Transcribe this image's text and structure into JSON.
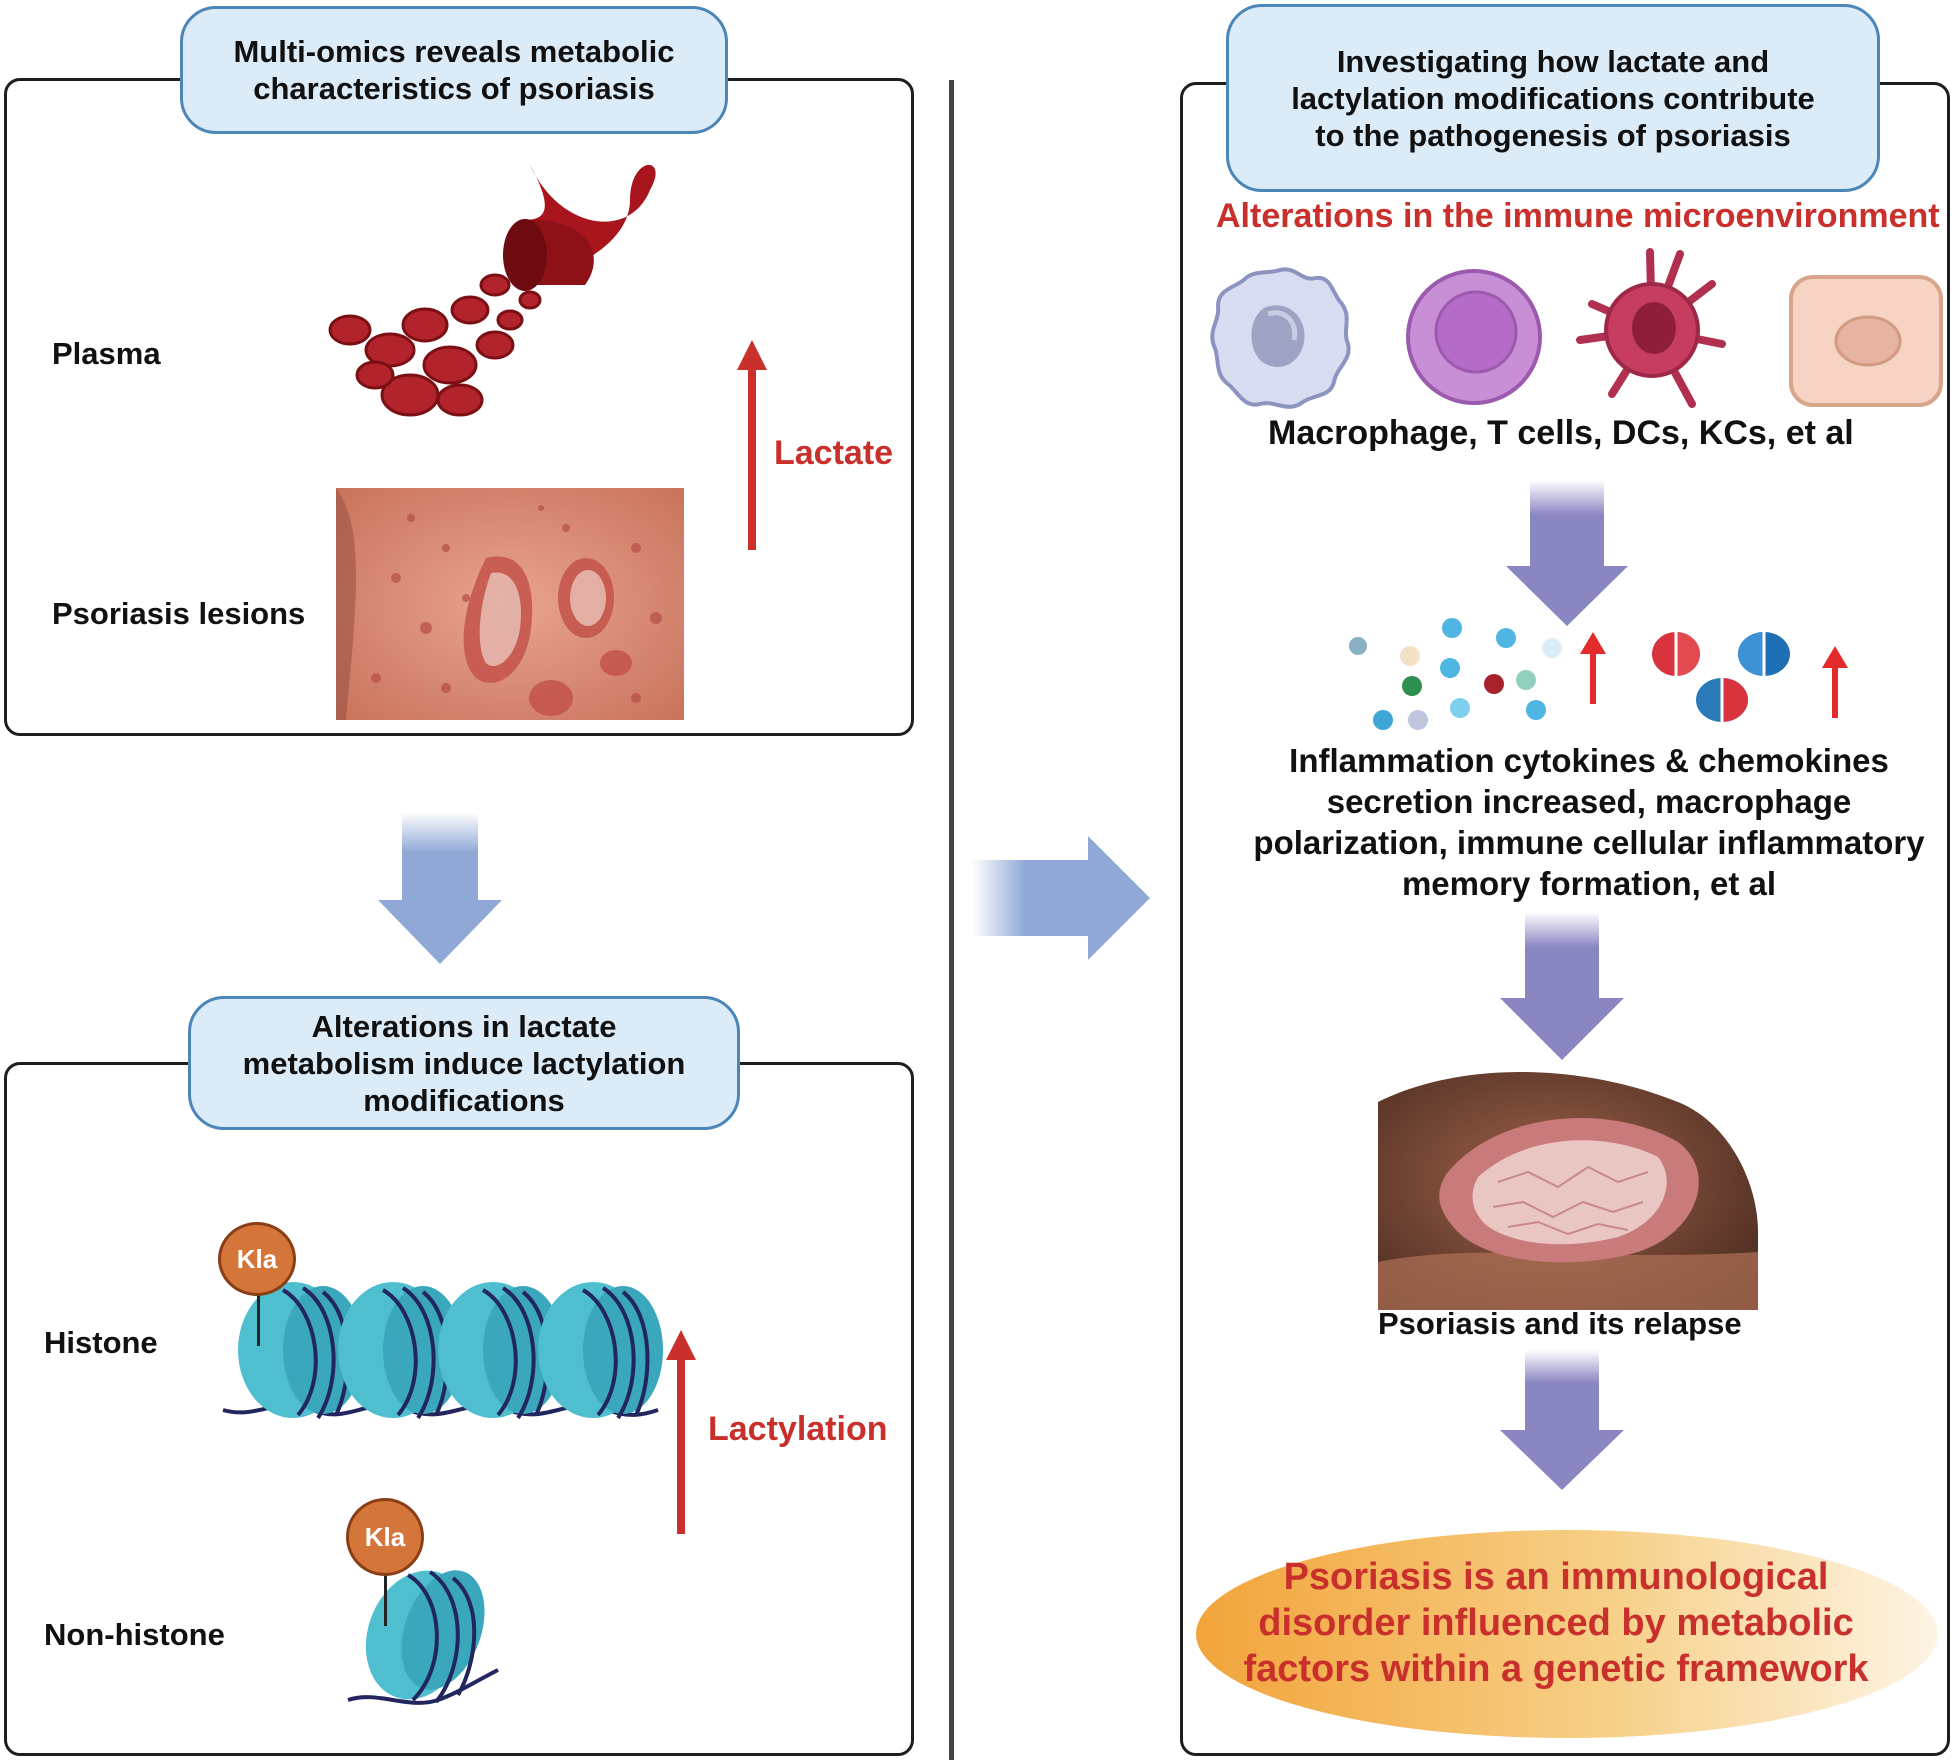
{
  "left_top": {
    "title": "Multi-omics reveals metabolic\ncharacteristics of psoriasis",
    "plasma_label": "Plasma",
    "lesions_label": "Psoriasis lesions",
    "lactate_label": "Lactate"
  },
  "left_bottom": {
    "title": "Alterations in lactate\nmetabolism induce lactylation\nmodifications",
    "histone_label": "Histone",
    "nonhistone_label": "Non-histone",
    "kla_label": "Kla",
    "lactylation_label": "Lactylation"
  },
  "right": {
    "title": "Investigating how lactate and\nlactylation modifications contribute\nto the pathogenesis of psoriasis",
    "immune_heading": "Alterations in the immune microenvironment",
    "cells_label": "Macrophage,  T cells, DCs, KCs, et al",
    "effects_text": "Inflammation cytokines & chemokines\nsecretion increased, macrophage\npolarization, immune cellular inflammatory\nmemory formation, et al",
    "relapse_label": "Psoriasis and its relapse",
    "conclusion": "Psoriasis is an immunological\ndisorder influenced by metabolic\nfactors within a genetic framework"
  },
  "colors": {
    "title_fill": "#dcebf8",
    "title_border": "#4c86b8",
    "red_accent": "#c9302c",
    "arrow_blue": "#8fa8d6",
    "arrow_purple": "#8a86c2",
    "histone_teal": "#4fbfd0",
    "kla_orange": "#d4753a"
  }
}
